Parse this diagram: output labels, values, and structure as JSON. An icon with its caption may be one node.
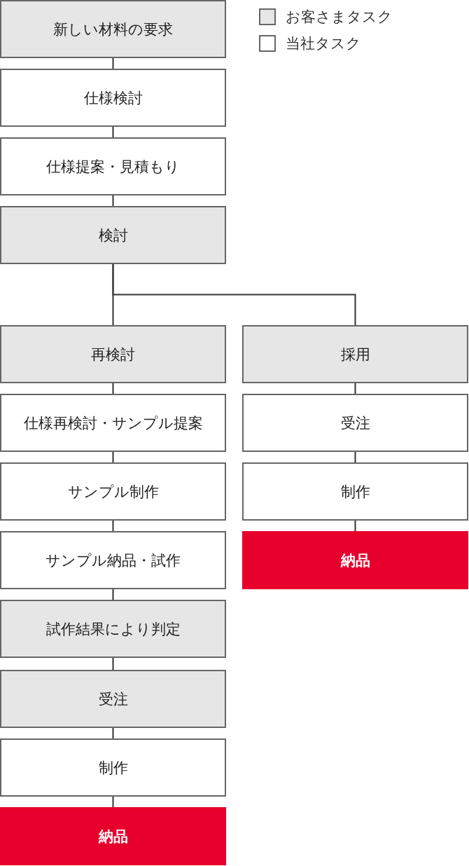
{
  "diagram": {
    "nodes": [
      {
        "text": [
          "新しい材料の要求"
        ]
      },
      {
        "text": [
          "仕様検討"
        ]
      },
      {
        "text": [
          "仕様提案・見積もり"
        ]
      },
      {
        "text": [
          "検討"
        ]
      },
      {
        "text": [
          "再検討"
        ]
      },
      {
        "text": [
          "採用"
        ]
      },
      {
        "text": [
          "仕様再検討・サンプル提案"
        ]
      },
      {
        "text": [
          "サンプル制作"
        ]
      },
      {
        "text": [
          "サンプル納品・試作"
        ]
      },
      {
        "text": [
          "試作結果により判定"
        ]
      },
      {
        "text": [
          "受注"
        ]
      },
      {
        "text": [
          "制作"
        ]
      },
      {
        "text": [
          "納品"
        ]
      },
      {
        "text": [
          "受注"
        ]
      },
      {
        "text": [
          "制作"
        ]
      },
      {
        "text": [
          "納品"
        ]
      }
    ],
    "edges": [
      {
        "from": 0,
        "to": 1,
        "arrow": "none"
      },
      {
        "from": 1,
        "to": 2,
        "arrow": "none"
      },
      {
        "from": 2,
        "to": 3,
        "arrow": "none"
      },
      {
        "from": 3,
        "to": 4,
        "arrow": "none"
      },
      {
        "from": 3,
        "to": 5,
        "arrow": "none"
      },
      {
        "from": 4,
        "to": 6,
        "arrow": "none"
      },
      {
        "from": 6,
        "to": 7,
        "arrow": "none"
      },
      {
        "from": 7,
        "to": 8,
        "arrow": "none"
      },
      {
        "from": 8,
        "to": 9,
        "arrow": "none"
      },
      {
        "from": 9,
        "to": 10,
        "arrow": "none"
      },
      {
        "from": 10,
        "to": 11,
        "arrow": "none"
      },
      {
        "from": 11,
        "to": 12,
        "arrow": "none"
      },
      {
        "from": 5,
        "to": 13,
        "arrow": "none"
      },
      {
        "from": 13,
        "to": 14,
        "arrow": "none"
      },
      {
        "from": 14,
        "to": 15,
        "arrow": "none"
      }
    ],
    "legend": [
      {
        "text": "お客さまタスク",
        "color": "#e6e6e6"
      },
      {
        "text": "当社タスク",
        "color": "#ffffff"
      }
    ]
  }
}
